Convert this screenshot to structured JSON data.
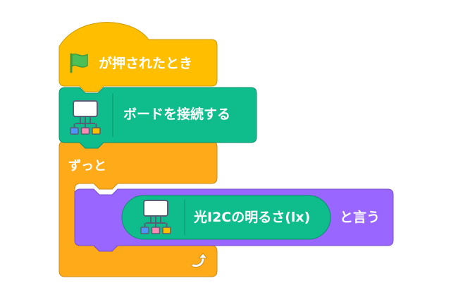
{
  "colors": {
    "events": "#FFBF00",
    "events_border": "#CC9900",
    "control": "#FFAB19",
    "control_border": "#CF8B17",
    "extension": "#0FBD8C",
    "extension_border": "#0B8E69",
    "looks": "#9966FF",
    "looks_border": "#774DCB",
    "flag_green": "#4CBF56",
    "flag_border": "#45993D"
  },
  "blocks": {
    "hat": {
      "label": "が押されたとき",
      "icon": "green-flag-icon"
    },
    "connect": {
      "label": "ボードを接続する",
      "icon": "board-icon"
    },
    "forever": {
      "label": "ずっと",
      "icon": "loop-arrow-icon"
    },
    "say": {
      "label": "と言う"
    },
    "reporter": {
      "label": "光I2Cの明るさ(lx)",
      "icon": "board-icon"
    }
  }
}
